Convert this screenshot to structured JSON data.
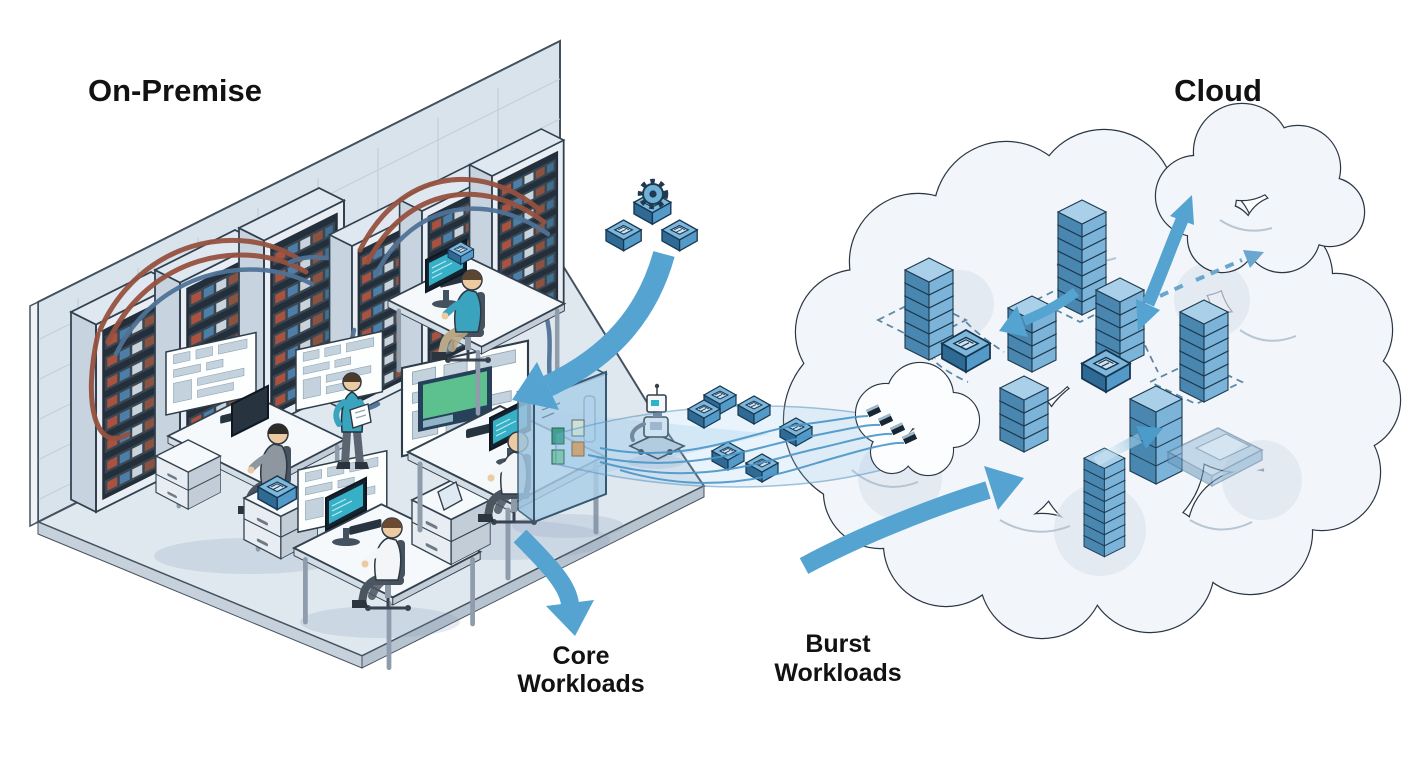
{
  "title": "Hybrid cloud bursting illustration",
  "labels": {
    "on_premise": "On-Premise",
    "cloud": "Cloud",
    "core_line1": "Core",
    "core_line2": "Workloads",
    "burst_line1": "Burst",
    "burst_line2": "Workloads"
  },
  "colors": {
    "arrow_blue": "#54a3d1",
    "arrow_blue_deep": "#3e8fc0",
    "cube_top": "#a9d0e8",
    "cube_left": "#4a87b0",
    "cube_right": "#7cb3d8",
    "cloud_fill": "#f2f6fa",
    "outline_dark": "#2b3744",
    "floor": "#dfe7ef",
    "wall": "#d9e3ec",
    "cable_red": "#96513f",
    "cable_blue": "#4f7296",
    "shirt_teal": "#3aa3bd",
    "label_text": "#121212"
  },
  "icons": {
    "gear_icon": "gear",
    "cloud_icon": "cloud",
    "robot_icon": "robot"
  }
}
